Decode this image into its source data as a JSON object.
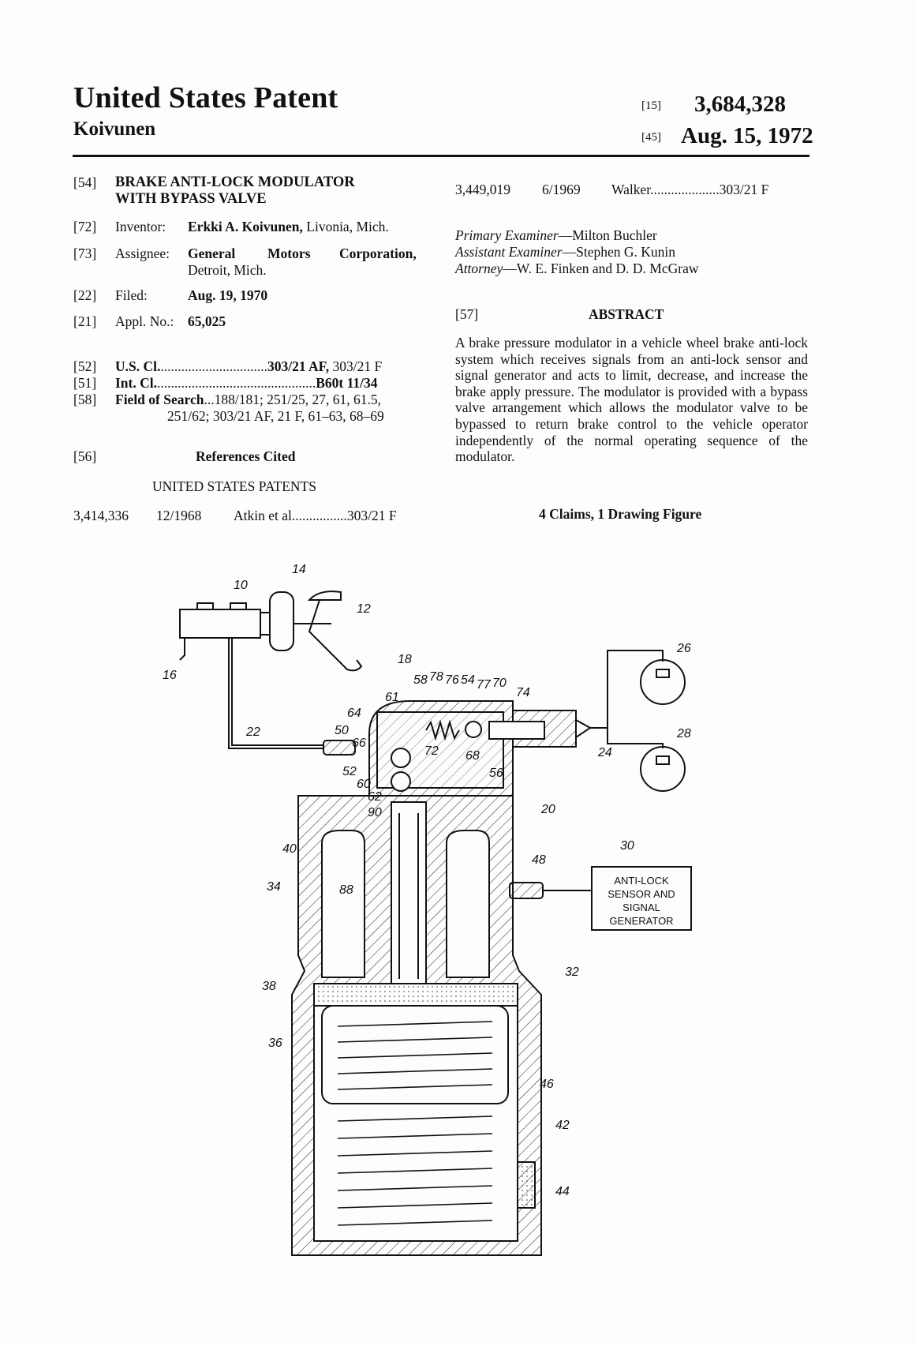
{
  "header": {
    "title": "United States Patent",
    "inventor_surname": "Koivunen",
    "patent_no_code": "[15]",
    "patent_no": "3,684,328",
    "date_code": "[45]",
    "date": "Aug. 15, 1972"
  },
  "left": {
    "f54_code": "[54]",
    "f54_line1": "BRAKE ANTI-LOCK MODULATOR",
    "f54_line2": "WITH BYPASS VALVE",
    "f72_code": "[72]",
    "f72_label": "Inventor:",
    "f72_name": "Erkki A. Koivunen,",
    "f72_place": "Livonia, Mich.",
    "f73_code": "[73]",
    "f73_label": "Assignee:",
    "f73_w1": "General",
    "f73_w2": "Motors",
    "f73_w3": "Corporation,",
    "f73_line2": "Detroit, Mich.",
    "f22_code": "[22]",
    "f22_label": "Filed:",
    "f22_value": "Aug. 19, 1970",
    "f21_code": "[21]",
    "f21_label": "Appl. No.:",
    "f21_value": "65,025",
    "f52_code": "[52]",
    "f52_label": "U.S. Cl.",
    "f52_dots": "...............................",
    "f52_value_bold": "303/21 AF,",
    "f52_value": "303/21 F",
    "f51_code": "[51]",
    "f51_label": "Int. Cl.",
    "f51_dots": "..............................................",
    "f51_value": "B60t 11/34",
    "f58_code": "[58]",
    "f58_label": "Field of Search",
    "f58_line1": "...188/181; 251/25, 27, 61, 61.5,",
    "f58_line2": "251/62; 303/21 AF, 21 F, 61–63, 68–69",
    "f56_code": "[56]",
    "f56_label": "References Cited",
    "patents_heading": "UNITED STATES PATENTS",
    "ref1_no": "3,414,336",
    "ref1_date": "12/1968",
    "ref1_name": "Atkin et al",
    "ref1_dots": "................",
    "ref1_class": "303/21 F"
  },
  "right": {
    "ref2_no": "3,449,019",
    "ref2_date": "6/1969",
    "ref2_name": "Walker",
    "ref2_dots": "....................",
    "ref2_class": "303/21 F",
    "primary_label": "Primary Examiner",
    "primary_value": "—Milton Buchler",
    "assistant_label": "Assistant Examiner",
    "assistant_value": "—Stephen G. Kunin",
    "attorney_label": "Attorney",
    "attorney_value": "—W. E. Finken and D. D. McGraw",
    "f57_code": "[57]",
    "abstract_heading": "ABSTRACT",
    "abstract_text": "A brake pressure modulator in a vehicle wheel brake anti-lock system which receives signals from an anti-lock sensor and signal generator and acts to limit, decrease, and increase the brake apply pressure. The modulator is provided with a bypass valve arrangement which allows the modulator valve to be bypassed to return brake control to the vehicle operator independently of the normal operating sequence of the modulator.",
    "claims": "4 Claims, 1 Drawing Figure"
  },
  "drawing": {
    "box_line1": "ANTI-LOCK",
    "box_line2": "SENSOR  AND",
    "box_line3": "SIGNAL",
    "box_line4": "GENERATOR",
    "refs": [
      "10",
      "12",
      "14",
      "16",
      "18",
      "20",
      "22",
      "24",
      "26",
      "28",
      "30",
      "32",
      "34",
      "36",
      "38",
      "40",
      "42",
      "44",
      "46",
      "48",
      "50",
      "52",
      "54",
      "56",
      "58",
      "60",
      "61",
      "62",
      "64",
      "66",
      "68",
      "70",
      "72",
      "74",
      "76",
      "77",
      "78",
      "88",
      "90"
    ]
  }
}
